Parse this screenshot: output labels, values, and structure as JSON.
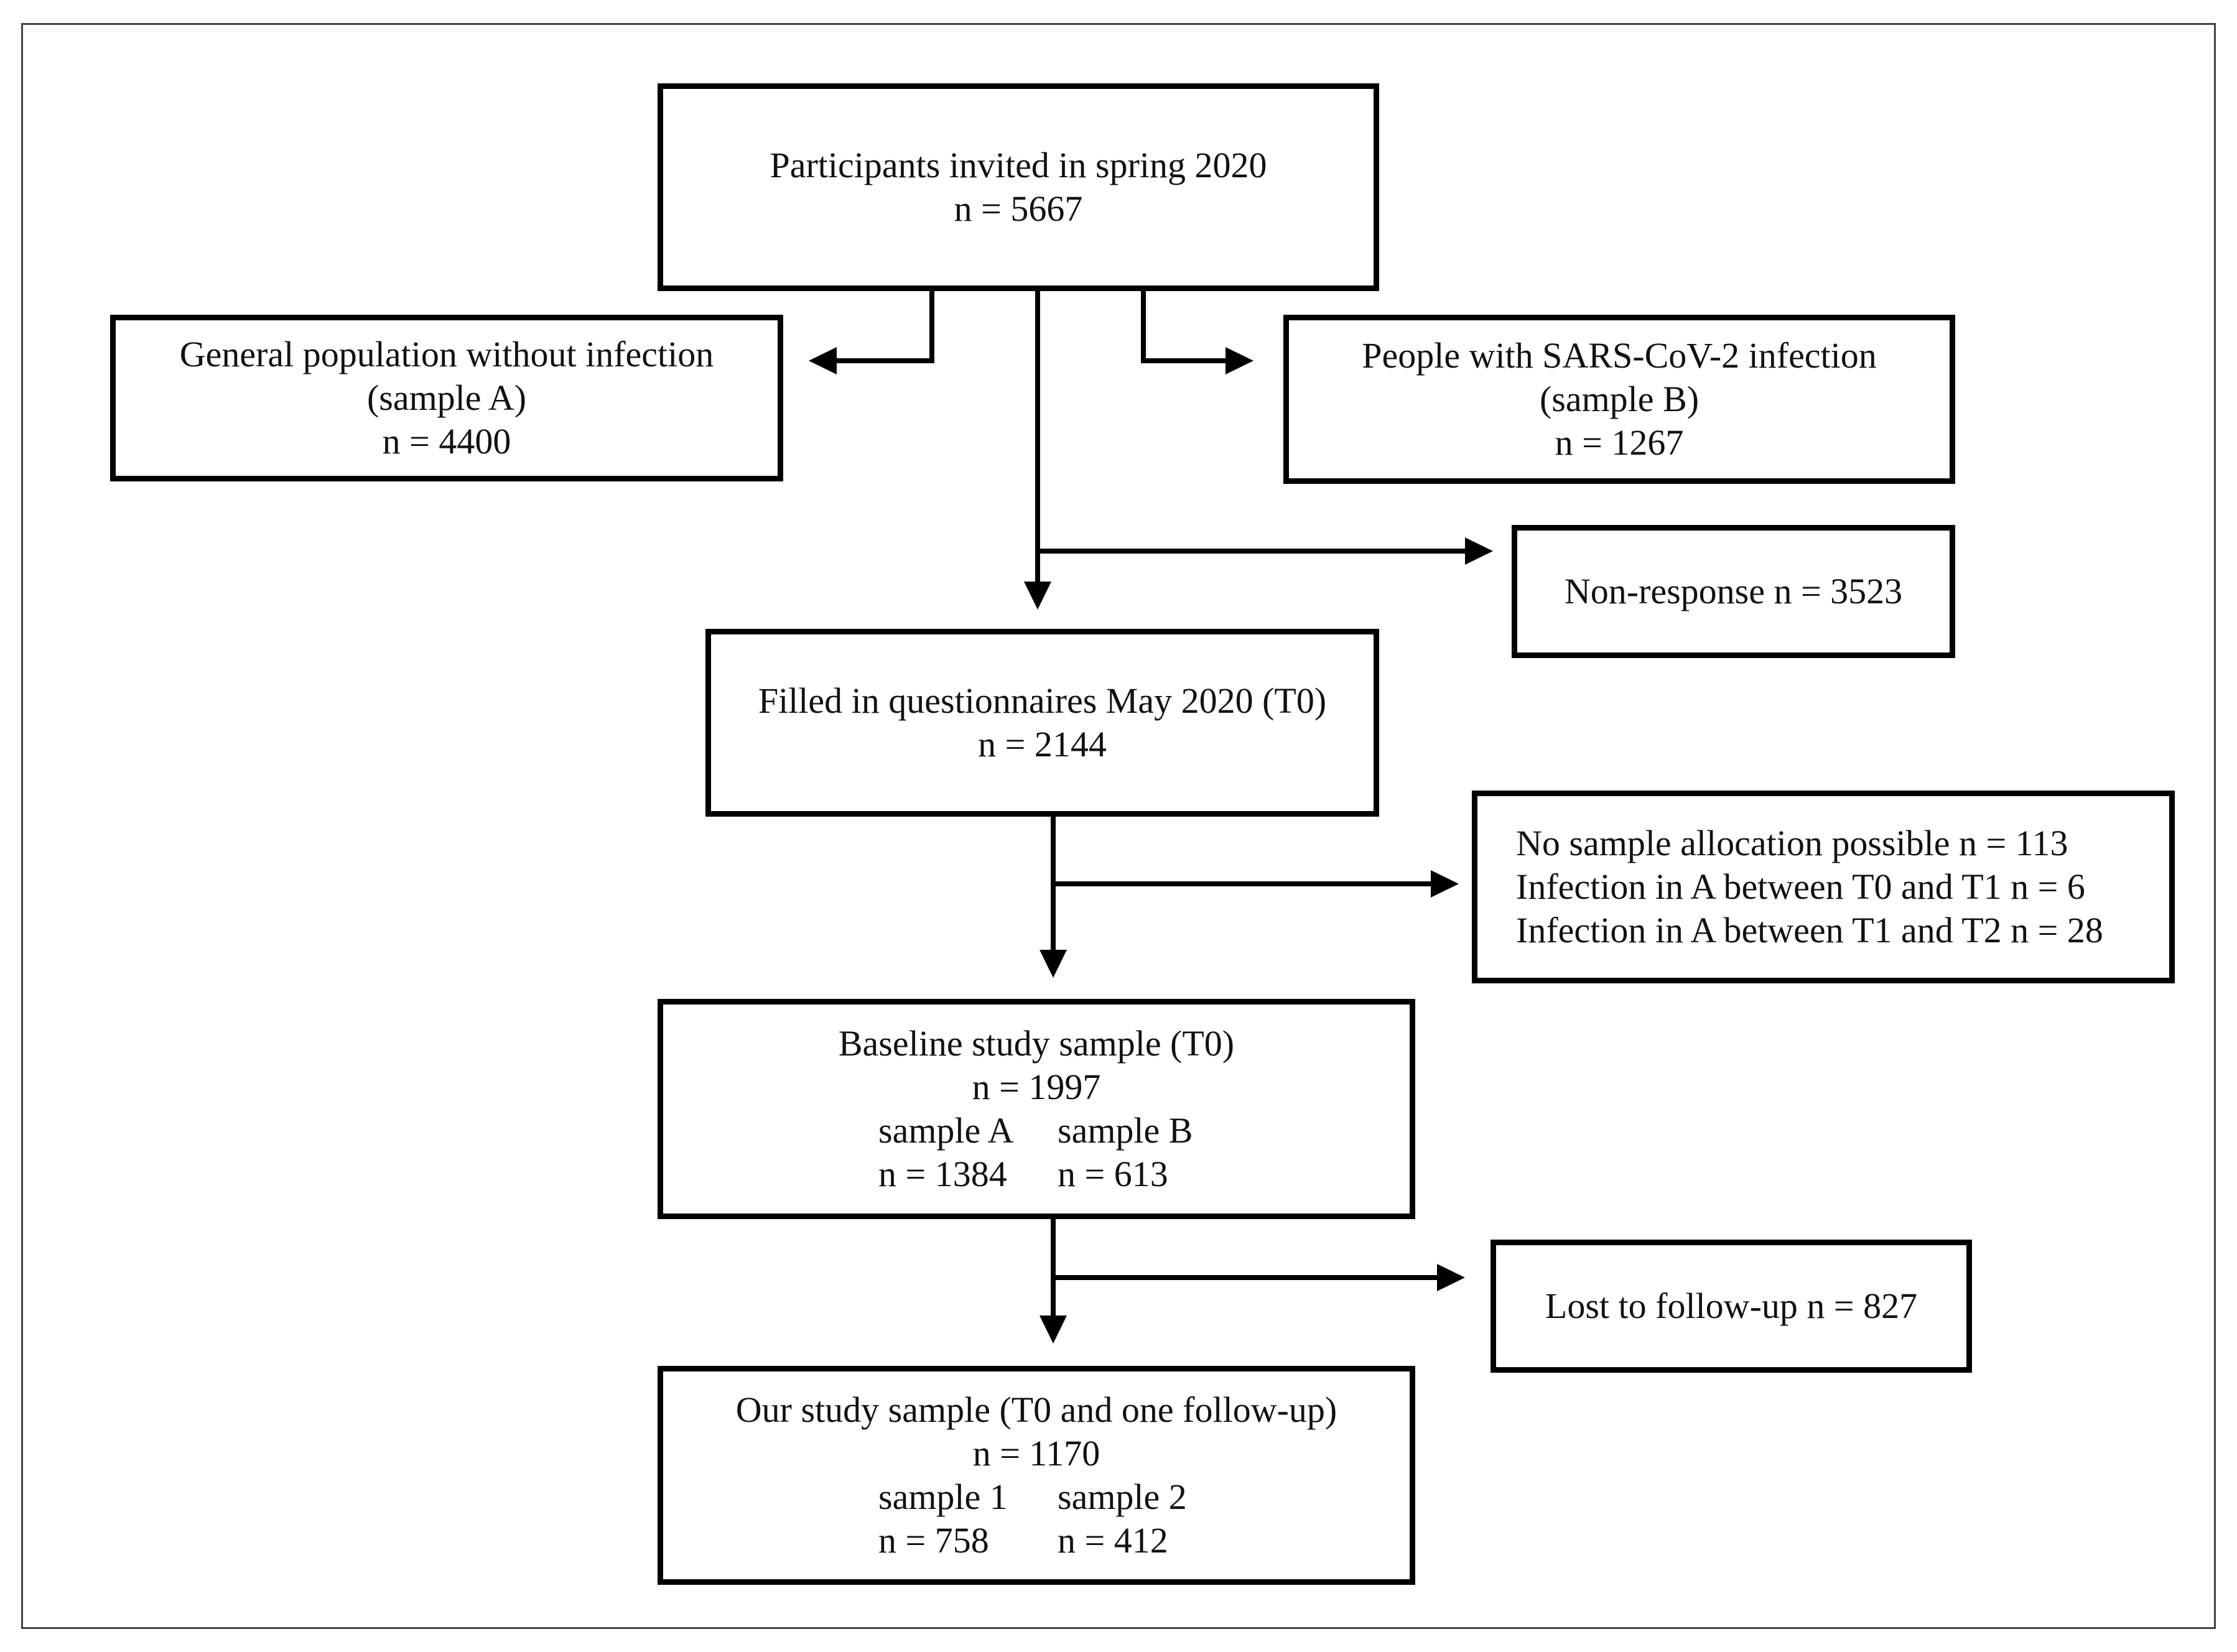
{
  "boxes": {
    "invited": {
      "title": "Participants invited in spring 2020",
      "n": "n = 5667"
    },
    "sample_a": {
      "title": "General population without infection",
      "subtitle": "(sample A)",
      "n": "n = 4400"
    },
    "sample_b": {
      "title": "People with SARS-CoV-2 infection",
      "subtitle": "(sample B)",
      "n": "n = 1267"
    },
    "nonresponse": {
      "text": "Non-response n = 3523"
    },
    "filled": {
      "title": "Filled in questionnaires May 2020 (T0)",
      "n": "n = 2144"
    },
    "excluded": {
      "line1": "No sample allocation possible n = 113",
      "line2": "Infection in A between T0 and T1 n = 6",
      "line3": "Infection in A between T1 and T2 n = 28"
    },
    "baseline": {
      "title": "Baseline study sample (T0)",
      "n": "n = 1997",
      "col1_label": "sample A",
      "col2_label": "sample B",
      "col1_n": "n = 1384",
      "col2_n": "n = 613"
    },
    "lost": {
      "text": "Lost to follow-up n = 827"
    },
    "study": {
      "title": "Our study sample (T0 and one follow-up)",
      "n": "n = 1170",
      "col1_label": "sample 1",
      "col2_label": "sample 2",
      "col1_n": "n = 758",
      "col2_n": "n = 412"
    }
  }
}
